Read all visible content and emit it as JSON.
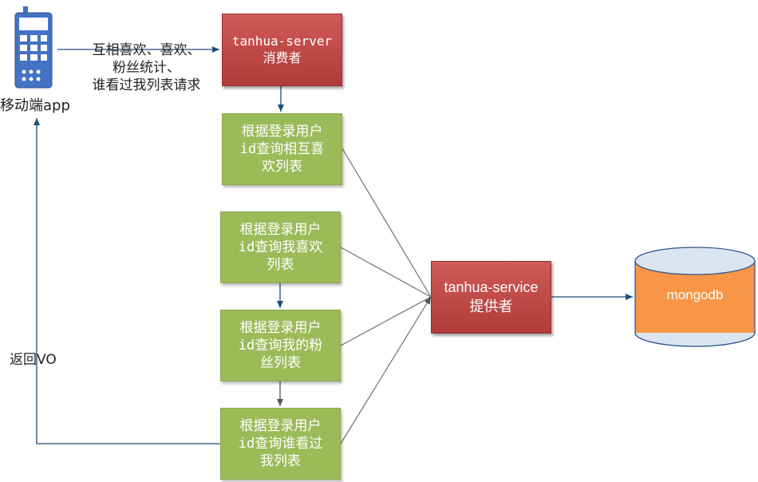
{
  "mobile": {
    "label": "移动端app",
    "icon": "mobile-phone-icon"
  },
  "request_label": {
    "line1": "互相喜欢、喜欢、",
    "line2": "粉丝统计、",
    "line3": "谁看过我列表请求"
  },
  "return_label": "返回VO",
  "server": {
    "line1": "tanhua-server",
    "line2": "消费者"
  },
  "tasks": [
    {
      "line1": "根据登录用户",
      "line2": "id查询相互喜",
      "line3": "欢列表"
    },
    {
      "line1": "根据登录用户",
      "line2": "id查询我喜欢",
      "line3": "列表"
    },
    {
      "line1": "根据登录用户",
      "line2": "id查询我的粉",
      "line3": "丝列表"
    },
    {
      "line1": "根据登录用户",
      "line2": "id查询谁看过",
      "line3": "我列表"
    }
  ],
  "service": {
    "line1": "tanhua-service",
    "line2": "提供者"
  },
  "database": {
    "label": "mongodb",
    "icon": "database-cylinder-icon"
  },
  "colors": {
    "server_red": "#c0504d",
    "task_green": "#9bbb59",
    "db_orange": "#f79646",
    "db_top": "#dbe5f1",
    "arrow_blue": "#1f4e79",
    "connector_gray": "#707070"
  }
}
